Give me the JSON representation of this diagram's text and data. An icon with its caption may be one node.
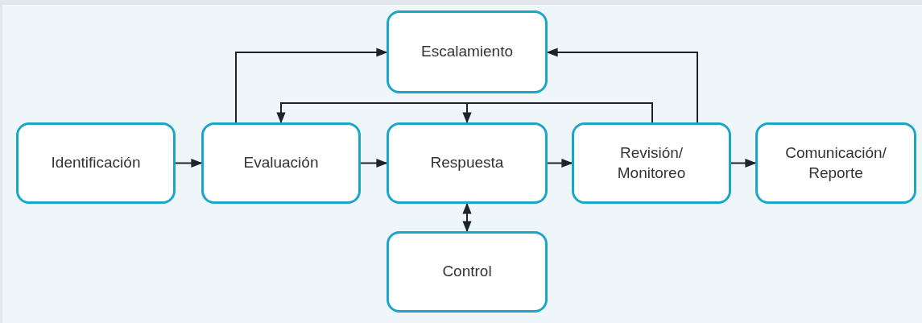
{
  "diagram": {
    "nodes": [
      {
        "text": [
          "Escalamiento"
        ]
      },
      {
        "text": [
          "Identificación"
        ]
      },
      {
        "text": [
          "Evaluación"
        ]
      },
      {
        "text": [
          "Respuesta"
        ]
      },
      {
        "text": [
          "Revisión/ Monitoreo"
        ]
      },
      {
        "text": [
          "Comunicación/ Reporte"
        ]
      },
      {
        "text": [
          "Control"
        ]
      }
    ],
    "edges": [
      {
        "from": 1,
        "to": 2,
        "arrow": "to"
      },
      {
        "from": 2,
        "to": 3,
        "arrow": "to"
      },
      {
        "from": 3,
        "to": 4,
        "arrow": "to"
      },
      {
        "from": 4,
        "to": 5,
        "arrow": "to"
      },
      {
        "from": 2,
        "to": 0,
        "arrow": "to"
      },
      {
        "from": 4,
        "to": 0,
        "arrow": "to"
      },
      {
        "from": 4,
        "to": 2,
        "arrow": "to"
      },
      {
        "from": 4,
        "to": 3,
        "arrow": "to"
      },
      {
        "from": 3,
        "to": 6,
        "arrow": "both"
      }
    ]
  }
}
